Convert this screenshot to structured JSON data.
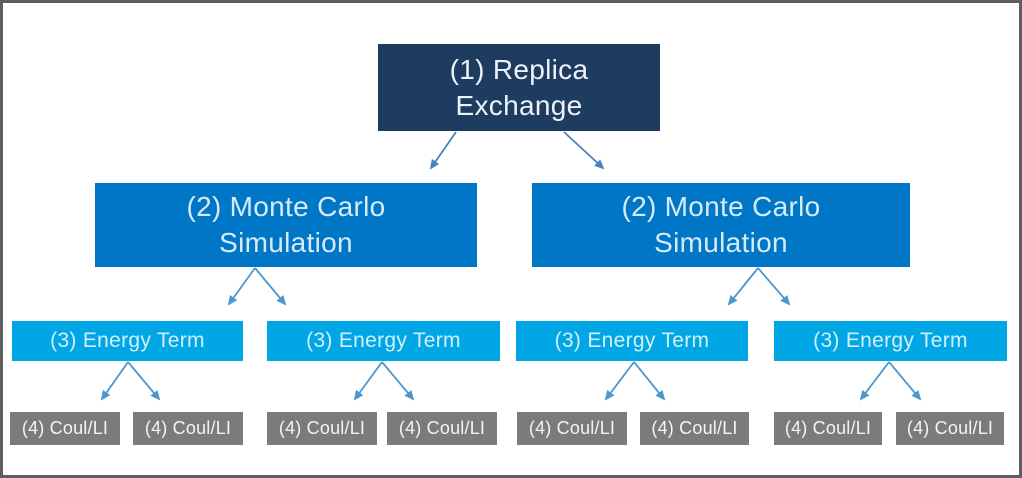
{
  "page": {
    "background_color": "#ffffff",
    "border_color": "#5e5e5e"
  },
  "tree": {
    "level1": {
      "label": "(1) Replica Exchange",
      "bg": "#1e3c60"
    },
    "level2": {
      "bg": "#0076c6",
      "nodes": [
        {
          "label": "(2) Monte Carlo Simulation"
        },
        {
          "label": "(2) Monte Carlo Simulation"
        }
      ]
    },
    "level3": {
      "bg": "#00a7e4",
      "nodes": [
        {
          "label": "(3) Energy Term"
        },
        {
          "label": "(3) Energy Term"
        },
        {
          "label": "(3) Energy Term"
        },
        {
          "label": "(3) Energy Term"
        }
      ]
    },
    "level4": {
      "bg": "#7b7b7b",
      "nodes": [
        {
          "label": "(4) Coul/LI"
        },
        {
          "label": "(4) Coul/LI"
        },
        {
          "label": "(4) Coul/LI"
        },
        {
          "label": "(4) Coul/LI"
        },
        {
          "label": "(4) Coul/LI"
        },
        {
          "label": "(4) Coul/LI"
        },
        {
          "label": "(4) Coul/LI"
        },
        {
          "label": "(4) Coul/LI"
        }
      ]
    },
    "arrow_colors": {
      "top": "#4a7fc0",
      "lower": "#4b97cf"
    }
  }
}
